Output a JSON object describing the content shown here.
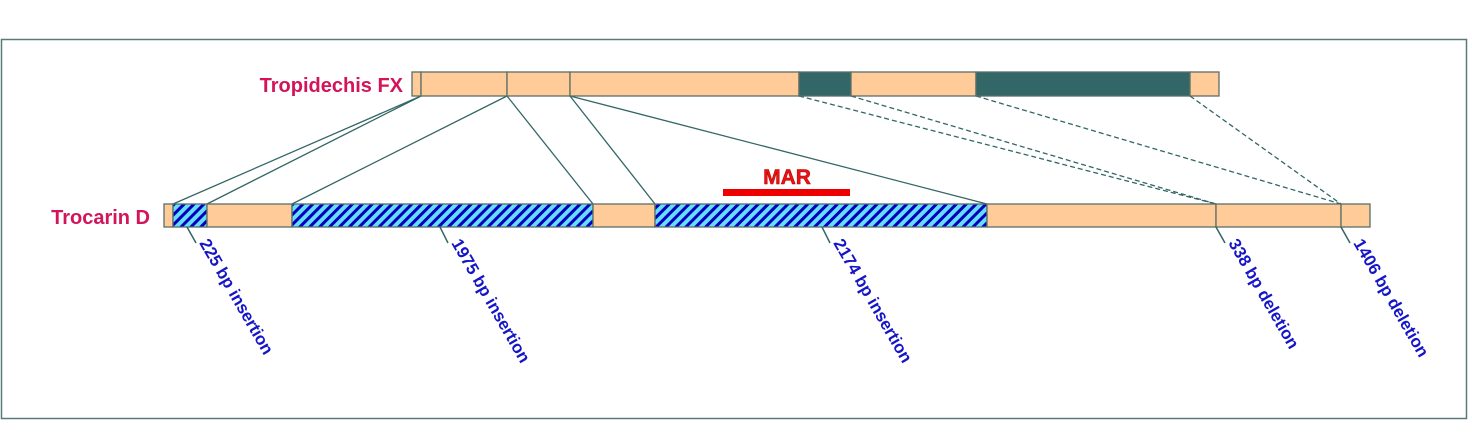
{
  "top_label": "Tropidechis FX",
  "bottom_label": "Trocarin D",
  "mar_label": "MAR",
  "annotations": [
    "225 bp insertion",
    "1975 bp insertion",
    "2174 bp insertion",
    "338 bp deletion",
    "1406 bp deletion"
  ],
  "colors": {
    "segment": "#ffcc99",
    "deleted": "#336666",
    "hatch_bg": "#66ddff",
    "hatch_stripe": "#0000bb",
    "mar": "#ee0000",
    "label": "#d4145a",
    "annotation": "#1515c8"
  }
}
